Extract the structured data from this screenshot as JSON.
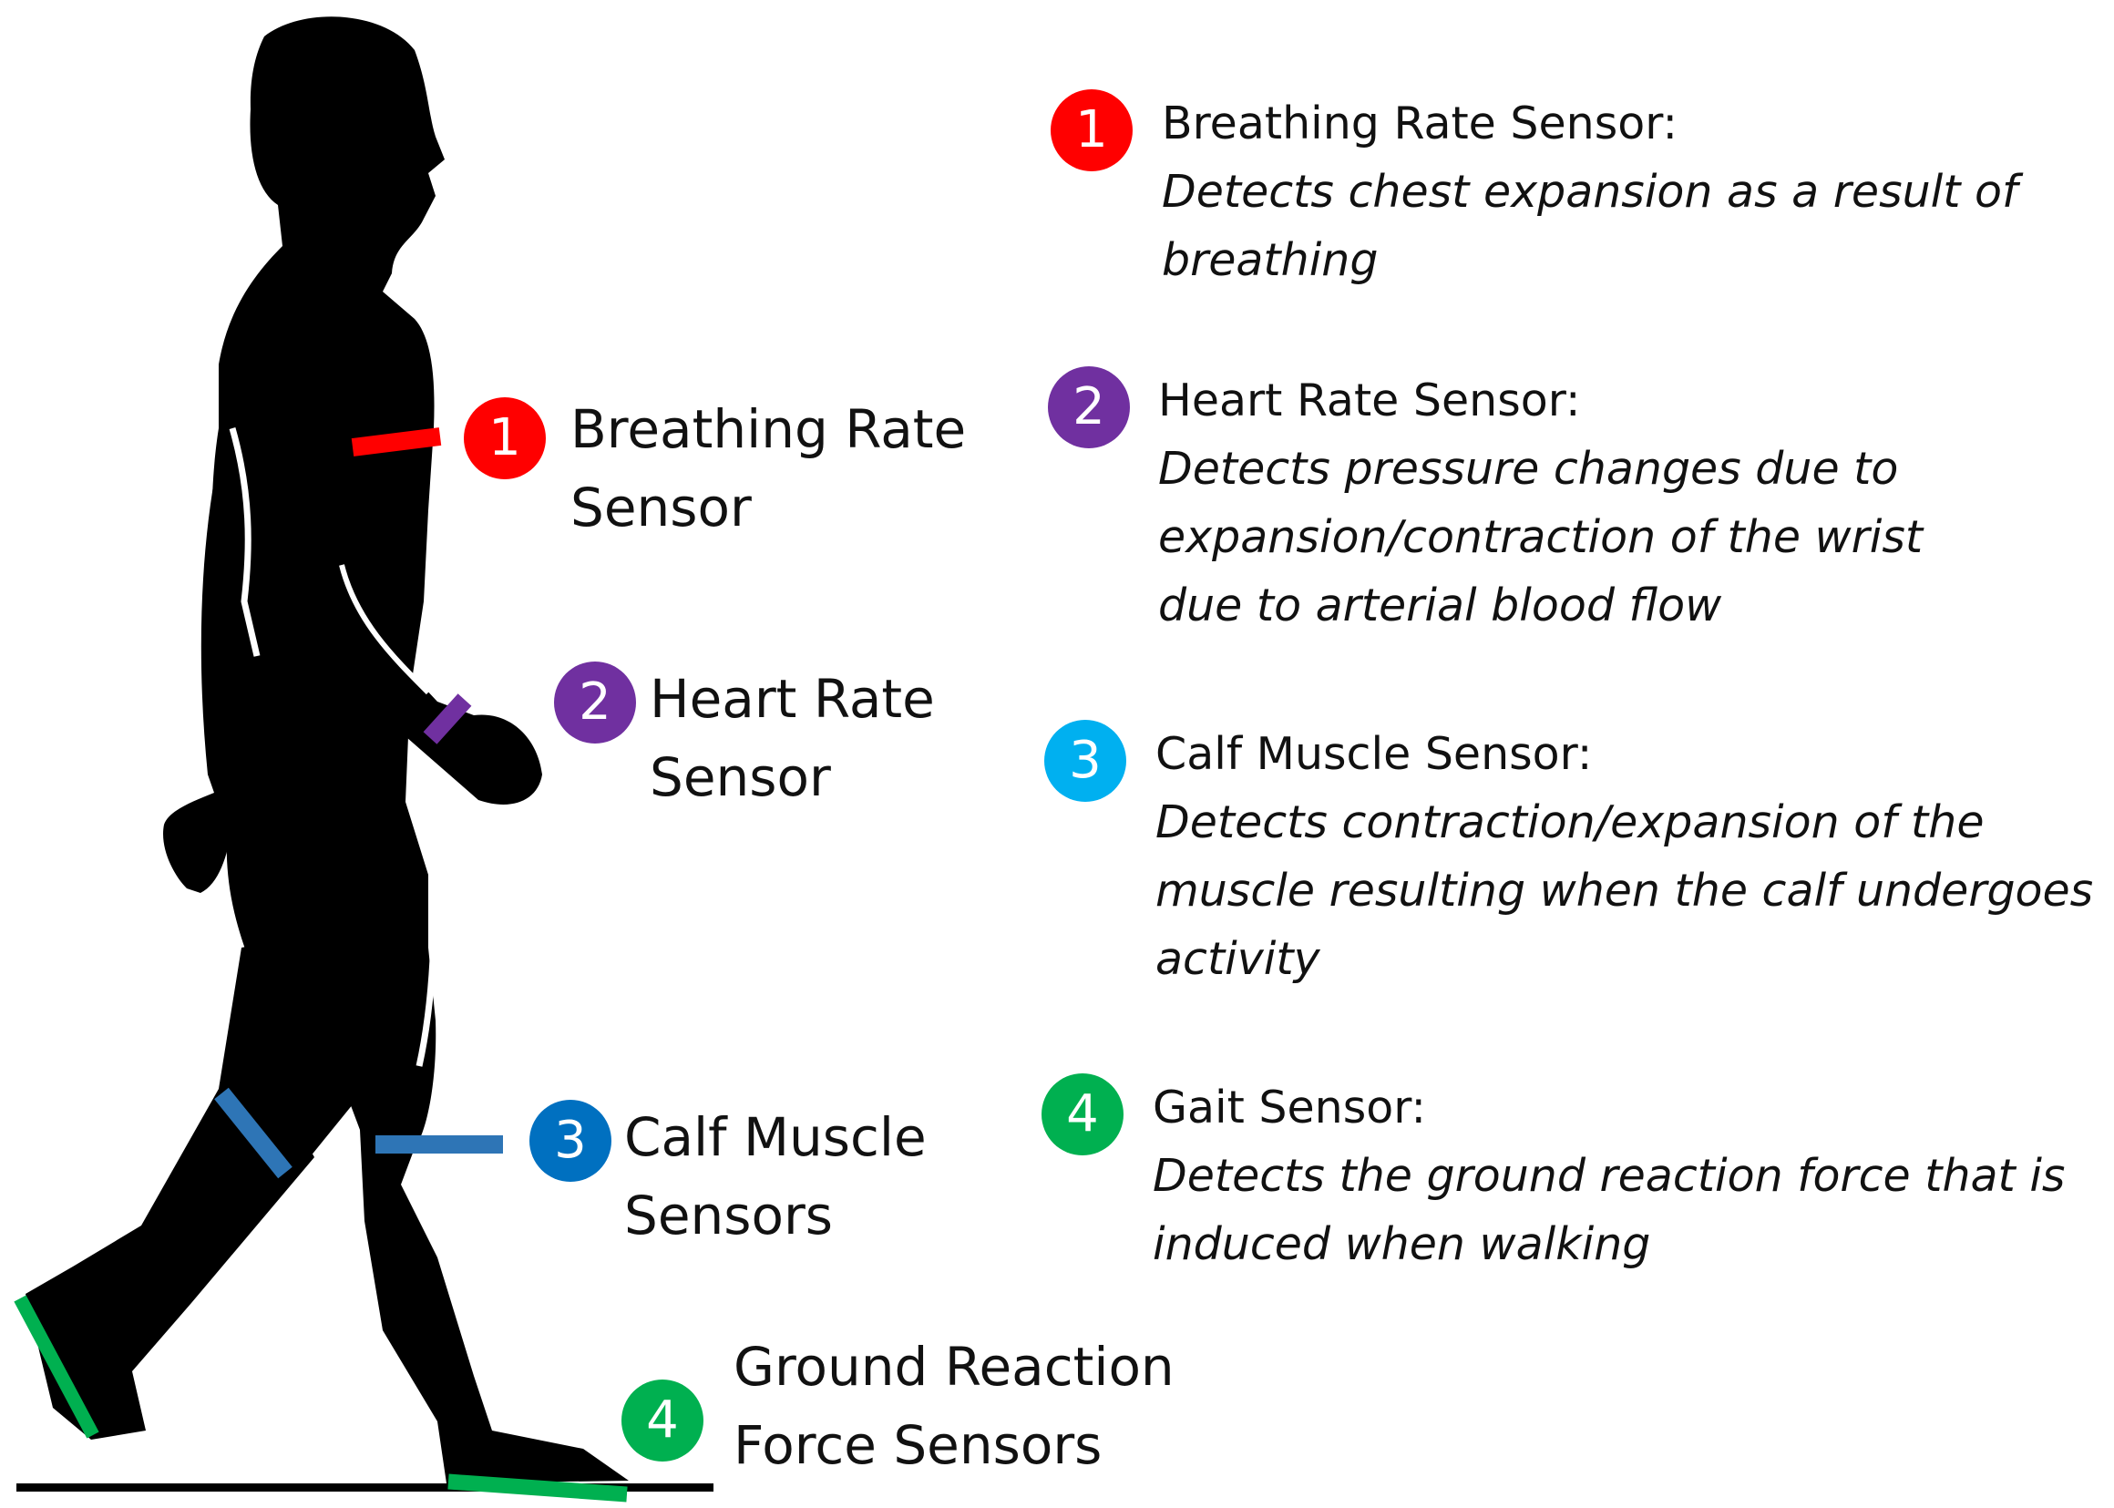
{
  "colors": {
    "red": "#ff0000",
    "purple": "#7030a0",
    "light_blue": "#00b0f0",
    "blue": "#0070c0",
    "green": "#00b050",
    "band_blue": "#2e75b6",
    "silhouette": "#000000"
  },
  "sensors": [
    {
      "number": "1",
      "label_lines": [
        "Breathing Rate",
        "Sensor"
      ]
    },
    {
      "number": "2",
      "label_lines": [
        "Heart Rate",
        "Sensor"
      ]
    },
    {
      "number": "3",
      "label_lines": [
        "Calf Muscle",
        "Sensors"
      ]
    },
    {
      "number": "4",
      "label_lines": [
        "Ground Reaction",
        "Force Sensors"
      ]
    }
  ],
  "legend": [
    {
      "number": "1",
      "title": "Breathing Rate Sensor:",
      "desc_lines": [
        "Detects chest expansion as a result of",
        "breathing"
      ]
    },
    {
      "number": "2",
      "title": "Heart Rate Sensor:",
      "desc_lines": [
        "Detects pressure changes due to",
        "expansion/contraction of the wrist",
        "due to arterial blood flow"
      ]
    },
    {
      "number": "3",
      "title": "Calf Muscle Sensor:",
      "desc_lines": [
        "Detects contraction/expansion of the",
        "muscle resulting when the calf undergoes",
        "activity"
      ]
    },
    {
      "number": "4",
      "title": "Gait Sensor:",
      "desc_lines": [
        "Detects the ground reaction force that is",
        "induced when walking"
      ]
    }
  ]
}
